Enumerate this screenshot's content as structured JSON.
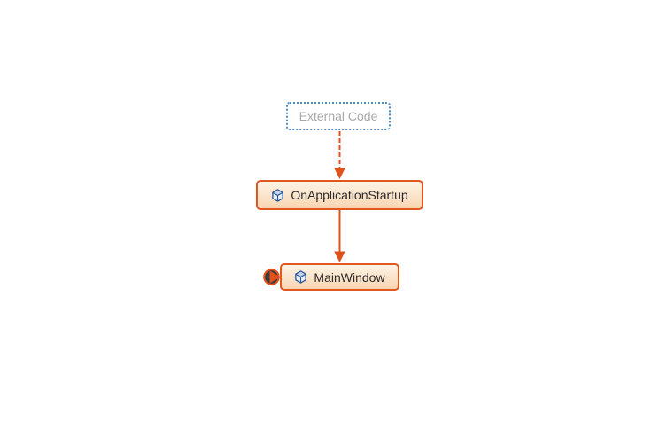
{
  "diagram": {
    "title": "code-map-call-graph",
    "nodes": [
      {
        "id": "external-code",
        "label": "External Code",
        "kind": "external-group"
      },
      {
        "id": "on-application-startup",
        "label": "OnApplicationStartup",
        "kind": "method",
        "icon": "cube-icon"
      },
      {
        "id": "main-window",
        "label": "MainWindow",
        "kind": "class",
        "icon": "cube-icon"
      }
    ],
    "edges": [
      {
        "from": "External Code",
        "to": "OnApplicationStartup",
        "style": "dashed",
        "color": "#e0521c"
      },
      {
        "from": "OnApplicationStartup",
        "to": "MainWindow",
        "style": "solid",
        "color": "#e0521c"
      }
    ],
    "indicators": [
      {
        "node": "MainWindow",
        "type": "collapsed-incoming-link",
        "side": "left"
      }
    ],
    "colors": {
      "edge_orange": "#e0521c",
      "node_border_orange": "#e2571e",
      "node_bg_top": "#fdf3e5",
      "node_bg_bottom": "#f8d5b2",
      "external_border_blue": "#4e8cc2",
      "external_text_gray": "#a9a9a9",
      "node_text": "#2b2b2b",
      "icon_blue": "#2b5797",
      "indicator_dark": "#3b3b3b",
      "background": "#ffffff"
    }
  }
}
